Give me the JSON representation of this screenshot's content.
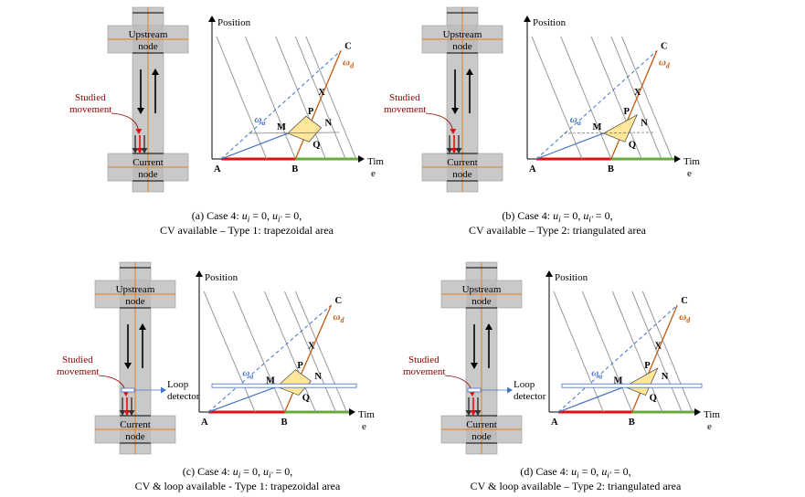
{
  "colors": {
    "road": "#c9c9c9",
    "road_edge": "#9a9a9a",
    "node": "#bdbdbd",
    "lane_line": "#e08a3a",
    "studied_text": "#8b0000",
    "trajectory": "#9a9a9a",
    "blue": "#4472c4",
    "orange": "#c55a11",
    "red": "#e01010",
    "green": "#6aaa3a",
    "area_fill": "#ffe699"
  },
  "common": {
    "upstream_line1": "Upstream",
    "upstream_line2": "node",
    "current_line1": "Current",
    "current_line2": "node",
    "studied_line1": "Studied",
    "studied_line2": "movement",
    "loop_line1": "Loop",
    "loop_line2": "detector",
    "position": "Position",
    "time_line1": "Tim",
    "time_line2": "e",
    "omega_a": "ω",
    "omega_a_sub": "a",
    "omega_d": "ω",
    "omega_d_sub": "d"
  },
  "points": {
    "A": "A",
    "B": "B",
    "C": "C",
    "M": "M",
    "N": "N",
    "P": "P",
    "Q": "Q",
    "X": "X"
  },
  "panels": [
    {
      "caption_prefix": "(a)   Case 4: ",
      "caption_math": "u",
      "caption_line2": "CV available – Type 1: trapezoidal area"
    },
    {
      "caption_prefix": "(b) Case 4: ",
      "caption_math": "u",
      "caption_line2": "CV available – Type 2: triangulated area"
    },
    {
      "caption_prefix": "(c) Case 4: ",
      "caption_math": "u",
      "caption_line2": "CV & loop available - Type 1: trapezoidal area"
    },
    {
      "caption_prefix": "(d) Case 4: ",
      "caption_math": "u",
      "caption_line2": "CV & loop available – Type 2: triangulated area"
    }
  ],
  "caption_math_parts": {
    "i": "i",
    "eq0": " = 0, ",
    "u2": "u",
    "i2": "i'",
    "eq0b": " = 0,"
  }
}
